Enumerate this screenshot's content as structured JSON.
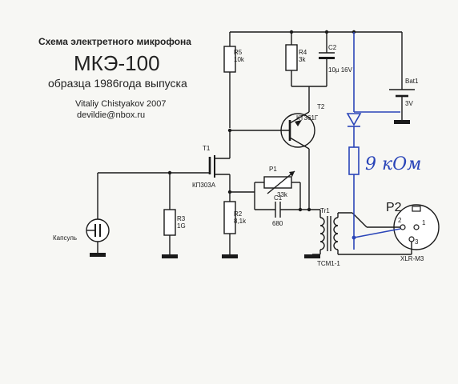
{
  "header": {
    "subtitle": "Схема электретного микрофона",
    "title": "МКЭ-100",
    "year_line": "образца 1986года выпуска",
    "author": "Vitaliy Chistyakov 2007",
    "email": "devildie@nbox.ru"
  },
  "components": {
    "r5": {
      "ref": "R5",
      "value": "10k"
    },
    "r4": {
      "ref": "R4",
      "value": "3k"
    },
    "c2": {
      "ref": "C2",
      "value": "10µ 16V"
    },
    "t2": {
      "ref": "T2",
      "value": "КТ361Г"
    },
    "t1": {
      "ref": "T1",
      "value": "КП303А"
    },
    "p1": {
      "ref": "P1",
      "value": "33k"
    },
    "c1": {
      "ref": "C1",
      "value": "680"
    },
    "r3": {
      "ref": "R3",
      "value": "1G"
    },
    "r2": {
      "ref": "R2",
      "value": "8,1k"
    },
    "tr1": {
      "ref": "Tr1",
      "value": "ТСМ1-1"
    },
    "capsule": {
      "label": "Капсуль"
    },
    "bat1": {
      "ref": "Bat1",
      "value": "3V"
    },
    "p2": {
      "ref": "P2",
      "value": "XLR-M3",
      "pins": [
        "1",
        "2",
        "3"
      ]
    }
  },
  "annotation": {
    "handwritten": "9 кОм"
  },
  "colors": {
    "ink": "#1a1a1a",
    "pen": "#2a45b8"
  }
}
